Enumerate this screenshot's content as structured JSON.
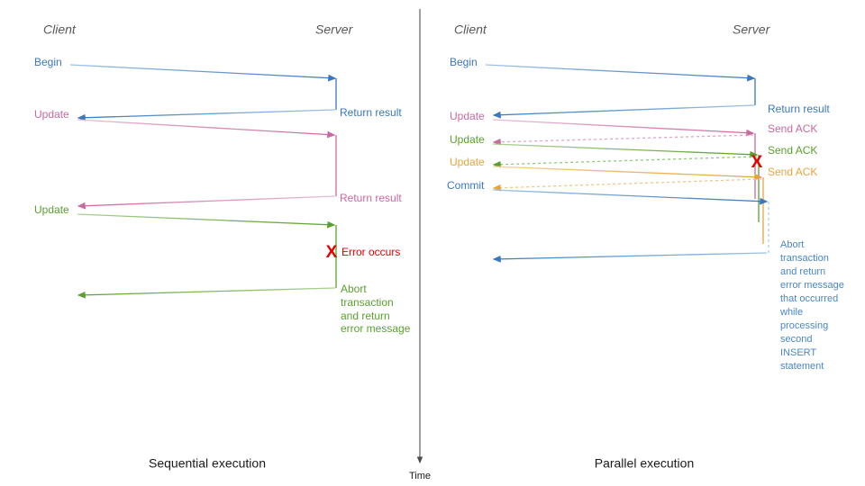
{
  "colors": {
    "blue": "#4a86c8",
    "blue_dark": "#3a77bd",
    "pink": "#c9699e",
    "pink_light": "#e0a7c8",
    "green": "#5aa02c",
    "green_light": "#92c87a",
    "orange": "#e8a33d",
    "orange_light": "#f2c488",
    "red": "#e60000",
    "gray": "#595959",
    "axis": "#4d4d4d",
    "divider": "#333333"
  },
  "axis": {
    "time_label": "Time"
  },
  "panels": [
    {
      "id": "sequential",
      "caption": "Sequential execution",
      "lanes": {
        "client": "Client",
        "server": "Server"
      },
      "messages": [
        {
          "name": "begin",
          "label": "Begin",
          "color_key": "blue",
          "side": "client"
        },
        {
          "name": "return-result-1",
          "label": "Return result",
          "color_key": "blue",
          "side": "server"
        },
        {
          "name": "update-1",
          "label": "Update",
          "color_key": "pink",
          "side": "client"
        },
        {
          "name": "return-result-2",
          "label": "Return result",
          "color_key": "pink",
          "side": "server"
        },
        {
          "name": "update-2",
          "label": "Update",
          "color_key": "green",
          "side": "client"
        },
        {
          "name": "error",
          "label": "Error occurs",
          "color_key": "red",
          "side": "server"
        },
        {
          "name": "abort",
          "label": "Abort\ntransaction\nand return\nerror message",
          "color_key": "green",
          "side": "server"
        }
      ],
      "error_marker": "X",
      "abort_lines": [
        "Abort",
        "transaction",
        "and return",
        "error message"
      ]
    },
    {
      "id": "parallel",
      "caption": "Parallel execution",
      "lanes": {
        "client": "Client",
        "server": "Server"
      },
      "messages": [
        {
          "name": "begin",
          "label": "Begin",
          "color_key": "blue",
          "side": "client"
        },
        {
          "name": "return-result",
          "label": "Return result",
          "color_key": "blue",
          "side": "server"
        },
        {
          "name": "update-1",
          "label": "Update",
          "color_key": "pink",
          "side": "client"
        },
        {
          "name": "send-ack-1",
          "label": "Send ACK",
          "color_key": "pink",
          "side": "server"
        },
        {
          "name": "update-2",
          "label": "Update",
          "color_key": "green",
          "side": "client"
        },
        {
          "name": "send-ack-2",
          "label": "Send ACK",
          "color_key": "green",
          "side": "server"
        },
        {
          "name": "update-3",
          "label": "Update",
          "color_key": "orange",
          "side": "client"
        },
        {
          "name": "send-ack-3",
          "label": "Send ACK",
          "color_key": "orange",
          "side": "server"
        },
        {
          "name": "commit",
          "label": "Commit",
          "color_key": "blue",
          "side": "client"
        }
      ],
      "error_marker": "X",
      "abort_lines": [
        "Abort",
        "transaction",
        "and return",
        "error message",
        "that occurred",
        "while",
        "processing",
        "second",
        "INSERT",
        "statement"
      ]
    }
  ]
}
